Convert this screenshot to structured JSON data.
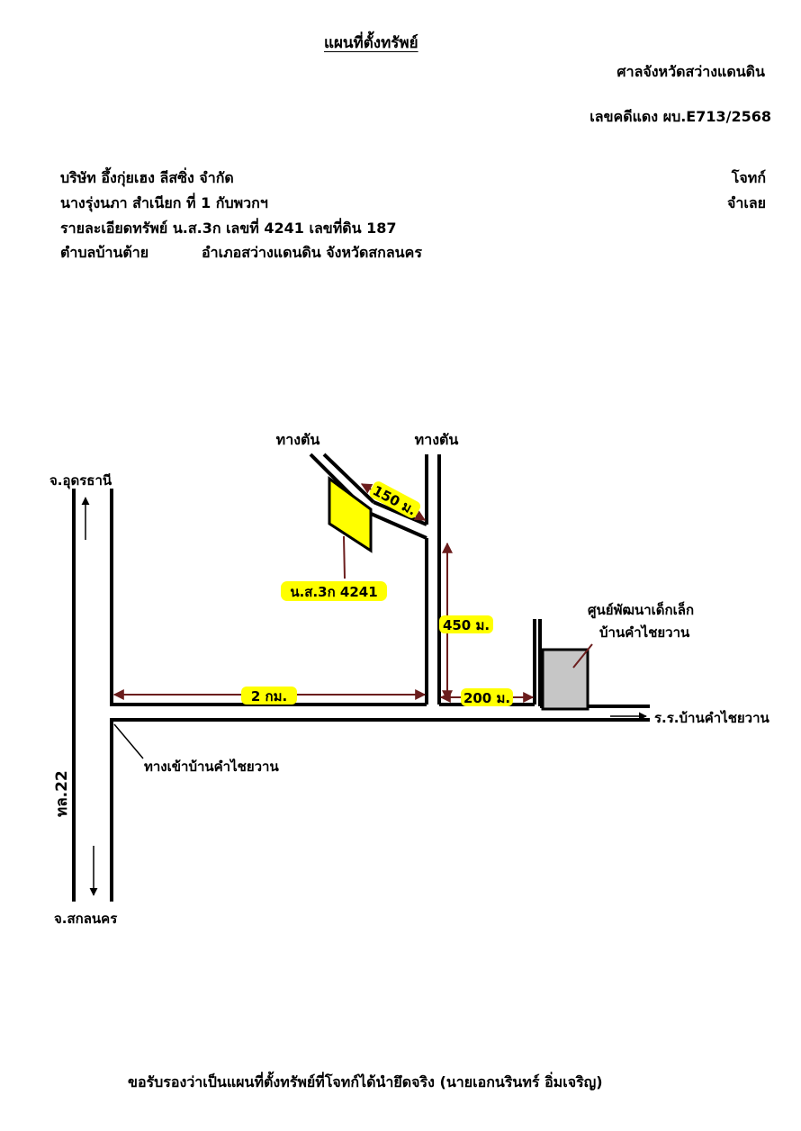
{
  "header": {
    "title": "แผนที่ตั้งทรัพย์",
    "court": "ศาลจังหวัดสว่างแดนดิน",
    "case_number": "เลขคดีแดง ผบ.E713/2568"
  },
  "parties": {
    "plaintiff_name": "บริษัท อึ้งกุ่ยเฮง ลีสซิ่ง จำกัด",
    "plaintiff_role": "โจทก์",
    "defendant_name": "นางรุ่งนภา สำเนียก ที่ 1 กับพวกฯ",
    "defendant_role": "จำเลย",
    "property_detail": "รายละเอียดทรัพย์ น.ส.3ก เลขที่ 4241 เลขที่ดิน 187",
    "location_subdistrict": "ตำบลบ้านต้าย",
    "location_district_province": "อำเภอสว่างแดนดิน จังหวัดสกลนคร"
  },
  "map": {
    "dead_end_left": "ทางตัน",
    "dead_end_right": "ทางตัน",
    "north_destination": "จ.อุดรธานี",
    "south_destination": "จ.สกลนคร",
    "highway": "ทล.22",
    "village_entrance": "ทางเข้าบ้านคำไชยวาน",
    "school": "ร.ร.บ้านคำไชยวาน",
    "childcare_line1": "ศูนย์พัฒนาเด็กเล็ก",
    "childcare_line2": "บ้านคำไชยวาน",
    "parcel_label": "น.ส.3ก 4241",
    "dist_2km": "2 กม.",
    "dist_450": "450 ม.",
    "dist_200": "200 ม.",
    "dist_150": "150 ม."
  },
  "colors": {
    "parcel_fill": "#ffff00",
    "highlight": "#ffff00",
    "childcare_fill": "#c6c6c6",
    "arrow": "#6b1d1d"
  },
  "footer": "ขอรับรองว่าเป็นแผนที่ตั้งทรัพย์ที่โจทก์ได้นำยึดจริง (นายเอกนรินทร์ อิ่มเจริญ)"
}
